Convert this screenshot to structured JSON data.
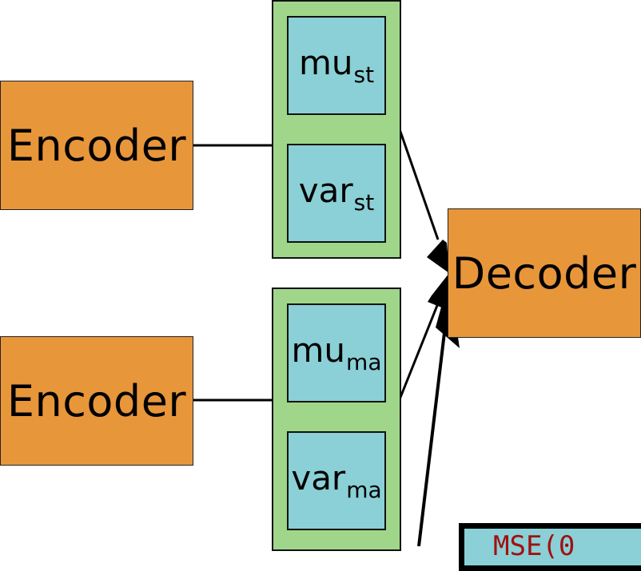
{
  "encoders": [
    {
      "label": "Encoder"
    },
    {
      "label": "Encoder"
    }
  ],
  "latents": {
    "top": {
      "mu": {
        "base": "mu",
        "sub": "st"
      },
      "var": {
        "base": "var",
        "sub": "st"
      }
    },
    "bottom": {
      "mu": {
        "base": "mu",
        "sub": "ma"
      },
      "var": {
        "base": "var",
        "sub": "ma"
      }
    }
  },
  "decoder": {
    "label": "Decoder"
  },
  "loss": {
    "label": "MSE(0"
  },
  "colors": {
    "module": "#e8963a",
    "latent_group": "#9fd68a",
    "latent_param": "#8ad0d6",
    "loss_text": "#a01010"
  }
}
